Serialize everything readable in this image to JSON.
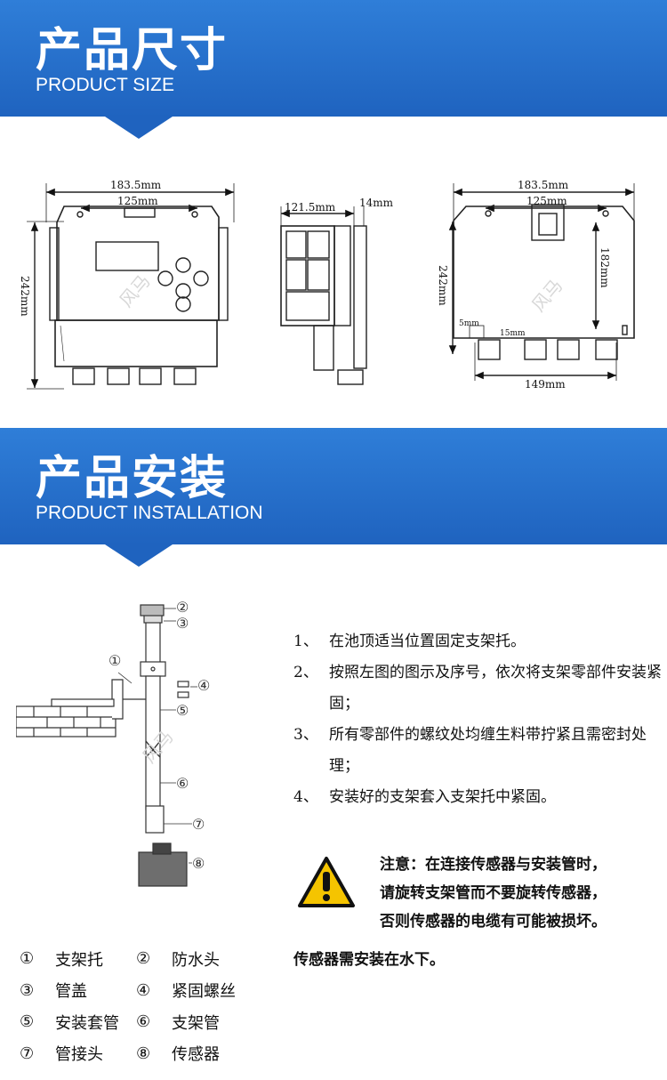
{
  "section1": {
    "title_cn": "产品尺寸",
    "title_en": "PRODUCT SIZE"
  },
  "section2": {
    "title_cn": "产品安装",
    "title_en": "PRODUCT INSTALLATION"
  },
  "dimensions": {
    "front_width": "183.5mm",
    "front_mount": "125mm",
    "front_height": "242mm",
    "side_depth": "121.5mm",
    "side_bracket": "14mm",
    "back_width": "183.5mm",
    "back_mount": "125mm",
    "back_height": "242mm",
    "back_hole_span": "182mm",
    "back_small_a": "5mm",
    "back_small_b": "15mm",
    "back_bottom": "149mm"
  },
  "watermark": "风马",
  "diagram_labels": [
    "①",
    "②",
    "③",
    "④",
    "⑤",
    "⑥",
    "⑦",
    "⑧"
  ],
  "steps": [
    {
      "num": "1、",
      "text": "在池顶适当位置固定支架托。"
    },
    {
      "num": "2、",
      "text": "按照左图的图示及序号，依次将支架零部件安装紧固；"
    },
    {
      "num": "3、",
      "text": "所有零部件的螺纹处均缠生料带拧紧且需密封处理；"
    },
    {
      "num": "4、",
      "text": "安装好的支架套入支架托中紧固。"
    }
  ],
  "warning": {
    "line1": "注意：在连接传感器与安装管时，",
    "line2": "请旋转支架管而不要旋转传感器，",
    "line3": "否则传感器的电缆有可能被损坏。",
    "extra": "传感器需安装在水下。"
  },
  "legend": [
    {
      "n": "①",
      "label": "支架托"
    },
    {
      "n": "②",
      "label": "防水头"
    },
    {
      "n": "③",
      "label": "管盖"
    },
    {
      "n": "④",
      "label": "紧固螺丝"
    },
    {
      "n": "⑤",
      "label": "安装套管"
    },
    {
      "n": "⑥",
      "label": "支架管"
    },
    {
      "n": "⑦",
      "label": "管接头"
    },
    {
      "n": "⑧",
      "label": "传感器"
    }
  ],
  "colors": {
    "banner": "#2f7ed8",
    "banner_dark": "#1f63bf",
    "warning_yellow": "#f5c400"
  }
}
